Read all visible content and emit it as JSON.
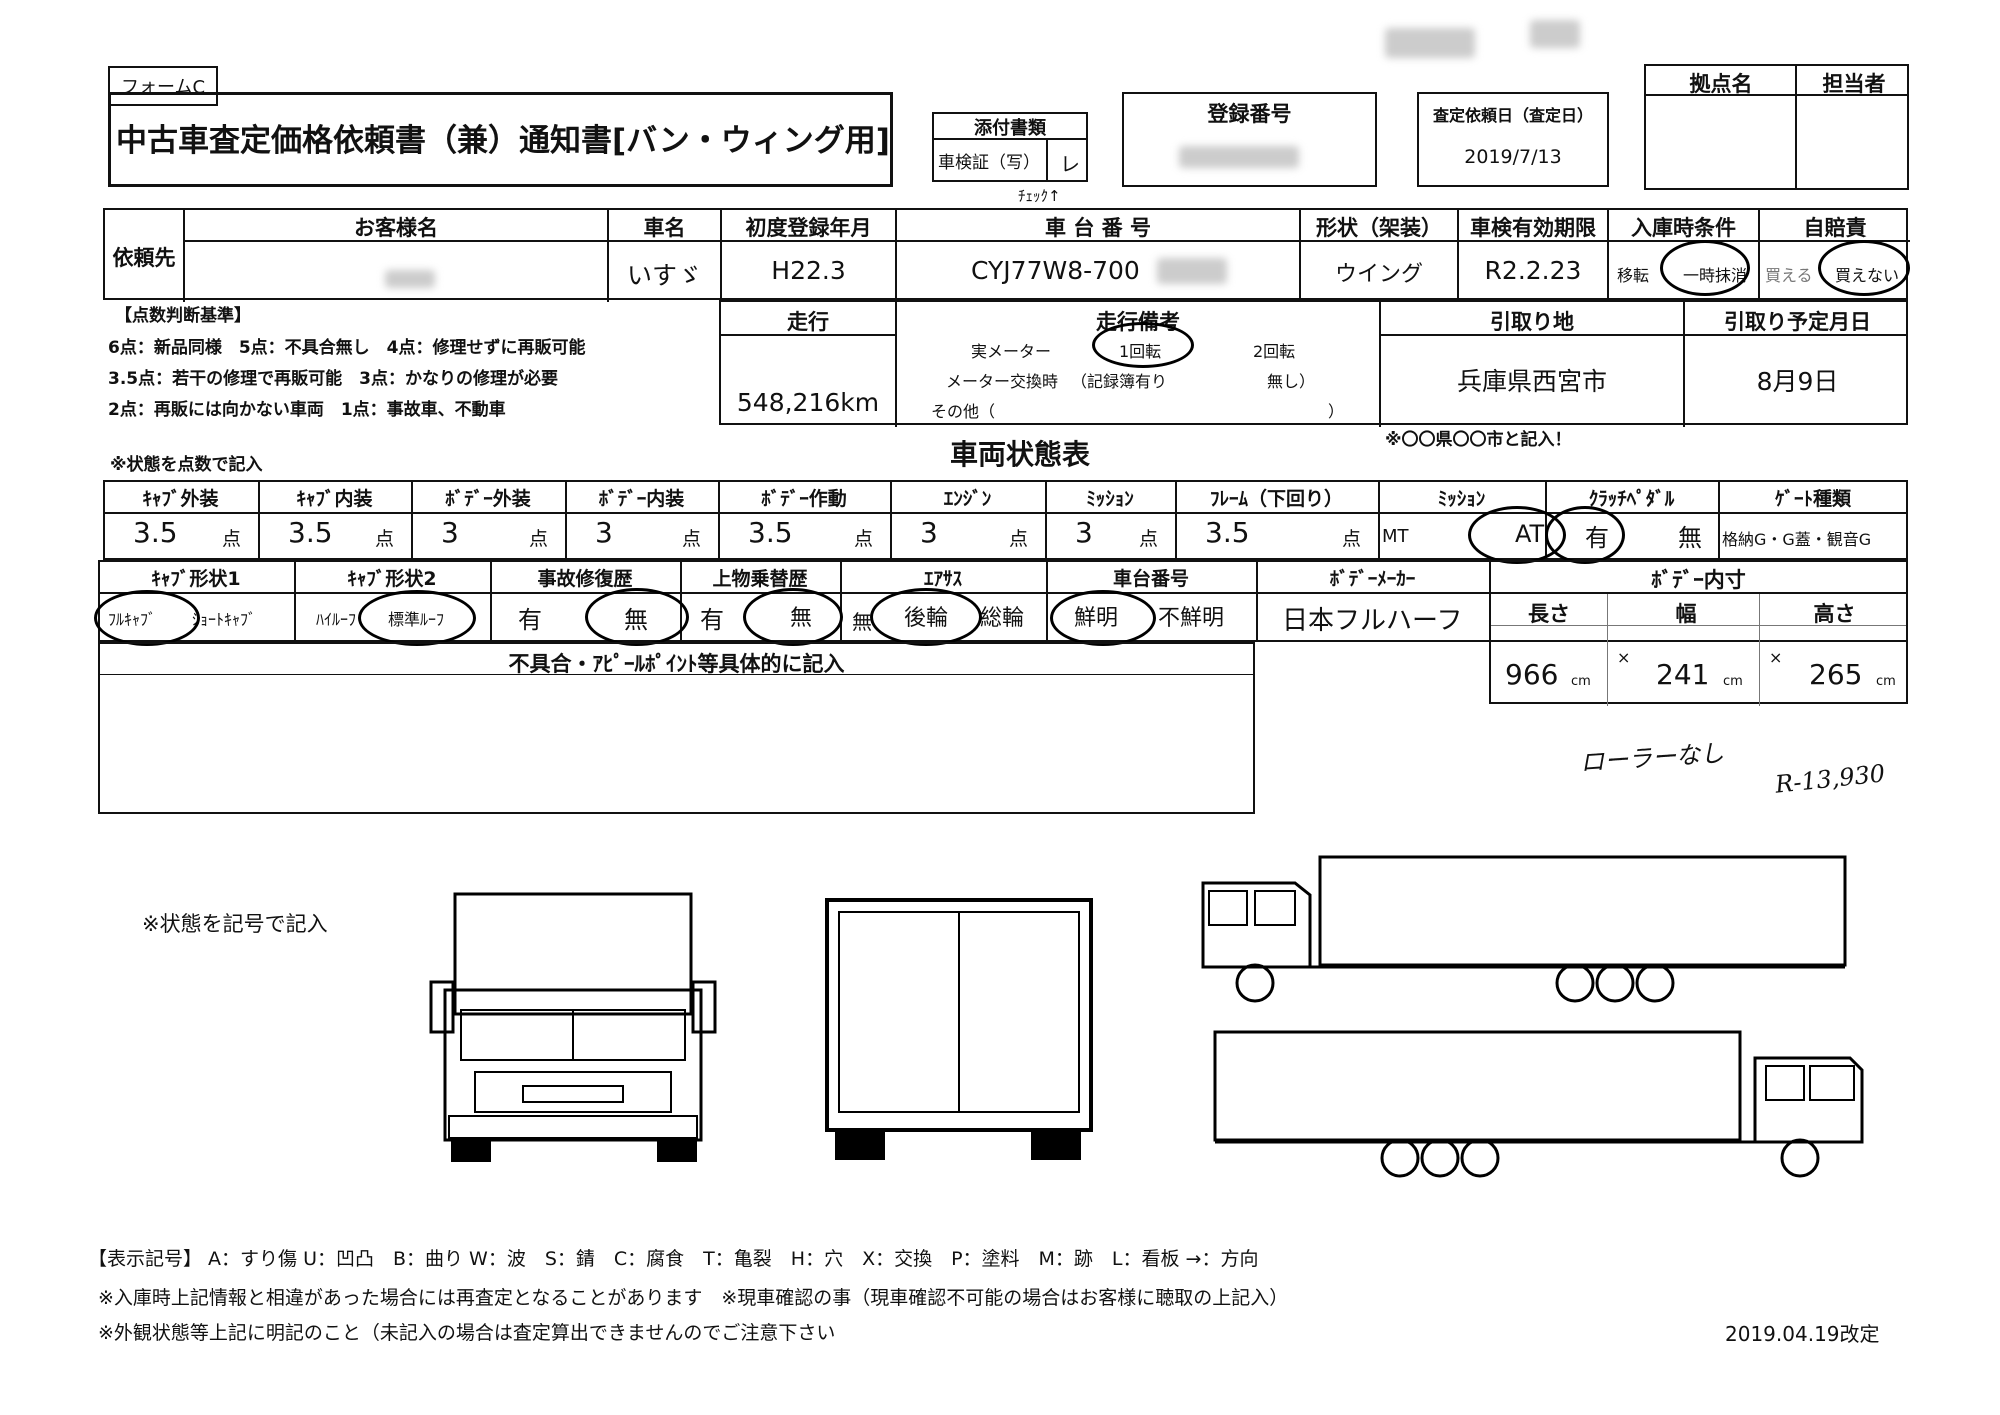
{
  "form": {
    "form_label": "フォームC",
    "title": "中古車査定価格依頼書（兼）通知書[バン・ウィング用]",
    "attach": {
      "header": "添付書類",
      "item": "車検証（写）",
      "check_mark": "レ",
      "note": "ﾁｪｯｸ↑"
    },
    "reg_number": {
      "header": "登録番号"
    },
    "request_date": {
      "header": "査定依頼日（査定日）",
      "value": "2019/7/13"
    },
    "branch": {
      "header": "拠点名"
    },
    "staff": {
      "header": "担当者"
    }
  },
  "main": {
    "requester_label": "依頼先",
    "customer_header": "お客様名",
    "car_name_header": "車名",
    "car_name": "いすゞ",
    "first_reg_header": "初度登録年月",
    "first_reg": "H22.3",
    "chassis_header": "車 台 番 号",
    "chassis": "CYJ77W8-700",
    "shape_header": "形状（架装）",
    "shape": "ウイング",
    "inspection_header": "車検有効期限",
    "inspection": "R2.2.23",
    "entry_header": "入庫時条件",
    "entry_opt1": "移転",
    "entry_opt2": "一時抹消",
    "insurance_header": "自賠責",
    "ins_opt1": "買える",
    "ins_opt2": "買えない"
  },
  "criteria": {
    "title": "【点数判断基準】",
    "line1": "6点：新品同様　5点：不具合無し　4点：修理せずに再販可能",
    "line2": "3.5点：若干の修理で再販可能　3点：かなりの修理が必要",
    "line3": "2点：再販には向かない車両　1点：事故車、不動車",
    "note": "※状態を点数で記入"
  },
  "mileage": {
    "header": "走行",
    "value": "548,216km",
    "remarks_header": "走行備考",
    "row1_label": "実メーター",
    "row1_opt1": "1回転",
    "row1_opt2": "2回転",
    "row2_label": "メーター交換時",
    "row2_opt1": "（記録簿有り",
    "row2_opt2": "無し）",
    "row3_label": "その他（",
    "row3_end": "）",
    "pickup_header": "引取り地",
    "pickup": "兵庫県西宮市",
    "pickup_note": "※〇〇県〇〇市と記入！",
    "pickup_date_header": "引取り予定月日",
    "pickup_date": "8月9日"
  },
  "condition": {
    "title": "車両状態表",
    "unit": "点",
    "headers": [
      "ｷｬﾌﾞ外装",
      "ｷｬﾌﾞ内装",
      "ﾎﾞﾃﾞｰ外装",
      "ﾎﾞﾃﾞｰ内装",
      "ﾎﾞﾃﾞｰ作動",
      "ｴﾝｼﾞﾝ",
      "ﾐｯｼｮﾝ",
      "ﾌﾚｰﾑ（下回り）",
      "ﾐｯｼｮﾝ",
      "ｸﾗｯﾁﾍﾟﾀﾞﾙ",
      "ｹﾞｰﾄ種類"
    ],
    "scores": [
      "3.5",
      "3.5",
      "3",
      "3",
      "3.5",
      "3",
      "3",
      "3.5"
    ],
    "mission_opts": [
      "MT",
      "AT"
    ],
    "clutch_opts": [
      "有",
      "無"
    ],
    "gate_opts": "格納G・G蓋・観音G"
  },
  "row2": {
    "cab_shape1_header": "ｷｬﾌﾞ形状1",
    "cab_shape1_opts": [
      "ﾌﾙｷｬﾌﾞ",
      "ｼｮｰﾄｷｬﾌﾞ"
    ],
    "cab_shape2_header": "ｷｬﾌﾞ形状2",
    "cab_shape2_opts": [
      "ﾊｲﾙｰﾌ",
      "標準ﾙｰﾌ"
    ],
    "accident_header": "事故修復歴",
    "accident_opts": [
      "有",
      "無"
    ],
    "transfer_header": "上物乗替歴",
    "transfer_opts": [
      "有",
      "無"
    ],
    "airsus_header": "ｴｱｻｽ",
    "airsus_opts": [
      "無",
      "後輪",
      "総輪"
    ],
    "chassis_no_header": "車台番号",
    "chassis_no_opts": [
      "鮮明",
      "不鮮明"
    ],
    "body_maker_header": "ﾎﾞﾃﾞｰﾒｰｶｰ",
    "body_maker": "日本フルハーフ",
    "inner_header": "ﾎﾞﾃﾞｰ内寸",
    "len_header": "長さ",
    "wid_header": "幅",
    "hei_header": "高さ",
    "length": "966",
    "width": "241",
    "height": "265",
    "unit": "cm",
    "times": "×",
    "defects_header": "不具合・ｱﾋﾟｰﾙﾎﾟｲﾝﾄ等具体的に記入"
  },
  "handwritten": {
    "note1": "ローラーなし",
    "note2": "R-13,930"
  },
  "diagram_note": "※状態を記号で記入",
  "footer": {
    "legend": "【表示記号】 A：すり傷 U：凹凸　B：曲り W：波　S：錆　C：腐食　T：亀裂　H：穴　X：交換　P：塗料　M：跡　L：看板 →：方向",
    "note1": "※入庫時上記情報と相違があった場合には再査定となることがあります　※現車確認の事（現車確認不可能の場合はお客様に聴取の上記入）",
    "note2": "※外観状態等上記に明記のこと（未記入の場合は査定算出できませんのでご注意下さい",
    "revision": "2019.04.19改定"
  }
}
